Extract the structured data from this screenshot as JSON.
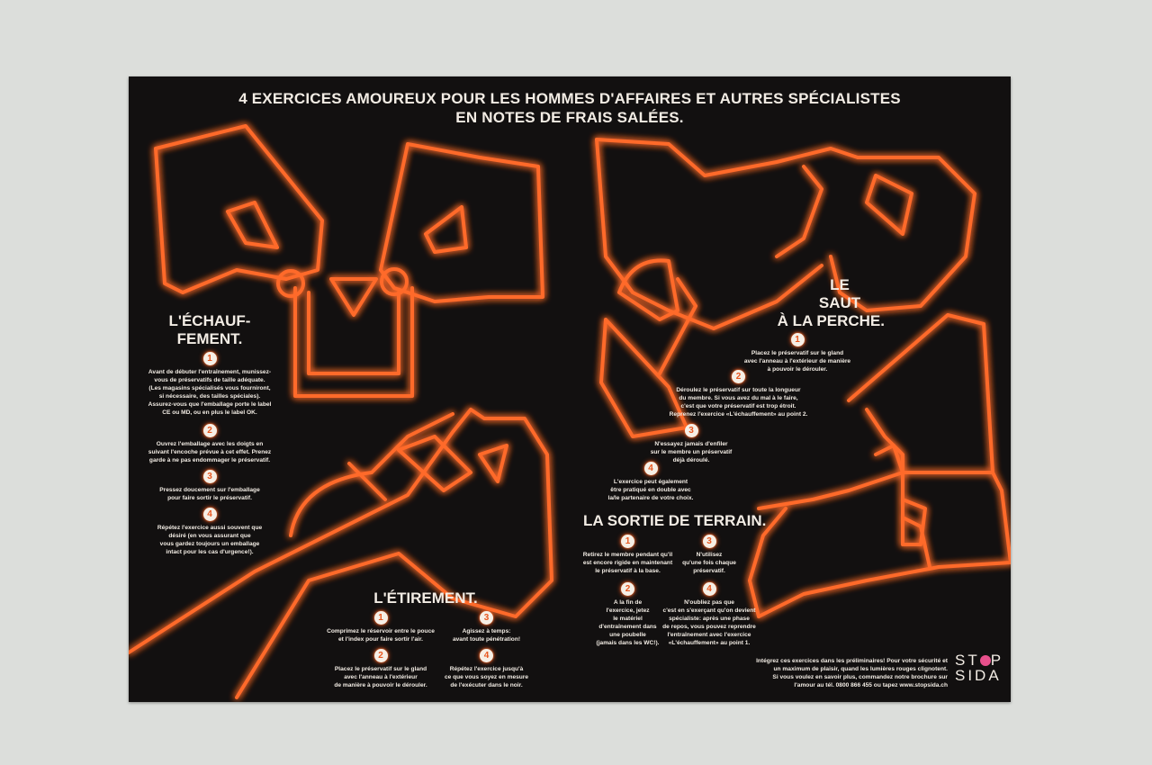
{
  "title": [
    "4 EXERCICES AMOUREUX POUR LES HOMMES D'AFFAIRES ET AUTRES SPÉCIALISTES",
    "EN NOTES DE FRAIS SALÉES."
  ],
  "colors": {
    "neon": "#ff5a1f",
    "background": "#121010",
    "text": "#f2ece4"
  },
  "sections": [
    {
      "heading": [
        "L'ÉCHAUF-",
        "FEMENT."
      ],
      "steps": [
        {
          "n": "1",
          "text": [
            "Avant de débuter l'entraînement, munissez-",
            "vous de préservatifs de taille adéquate.",
            "(Les magasins spécialisés vous fourniront,",
            "si nécessaire, des tailles spéciales).",
            "Assurez-vous que l'emballage porte le label",
            "CE ou MD, ou en plus le label OK."
          ]
        },
        {
          "n": "2",
          "text": [
            "Ouvrez l'emballage avec les doigts en",
            "suivant l'encoche prévue à cet effet. Prenez",
            "garde à ne pas endommager le préservatif."
          ]
        },
        {
          "n": "3",
          "text": [
            "Pressez doucement sur l'emballage",
            "pour faire sortir le préservatif."
          ]
        },
        {
          "n": "4",
          "text": [
            "Répétez l'exercice aussi souvent que",
            "désiré (en vous assurant que",
            "vous gardez toujours un emballage",
            "intact pour les cas d'urgence!)."
          ]
        }
      ]
    },
    {
      "heading": [
        "L'ÉTIREMENT."
      ],
      "steps": [
        {
          "n": "1",
          "text": [
            "Comprimez le réservoir entre le pouce",
            "et l'index pour faire sortir l'air."
          ]
        },
        {
          "n": "2",
          "text": [
            "Placez le préservatif sur le gland",
            "avec l'anneau à l'extérieur",
            "de manière à pouvoir le dérouler."
          ]
        },
        {
          "n": "3",
          "text": [
            "Agissez à temps:",
            "avant toute pénétration!"
          ]
        },
        {
          "n": "4",
          "text": [
            "Répétez l'exercice jusqu'à",
            "ce que vous soyez en mesure",
            "de l'exécuter dans le noir."
          ]
        }
      ]
    },
    {
      "heading": [
        "LE",
        "SAUT",
        "À LA PERCHE."
      ],
      "steps": [
        {
          "n": "1",
          "text": [
            "Placez le préservatif sur le gland",
            "avec l'anneau à l'extérieur de manière",
            "à pouvoir le dérouler."
          ]
        },
        {
          "n": "2",
          "text": [
            "Déroulez le préservatif sur toute la longueur",
            "du membre. Si vous avez du mal à le faire,",
            "c'est que votre préservatif est trop étroit.",
            "Reprenez l'exercice «L'échauffement» au point 2."
          ]
        },
        {
          "n": "3",
          "text": [
            "N'essayez jamais d'enfiler",
            "sur le membre un préservatif",
            "déjà déroulé."
          ]
        },
        {
          "n": "4",
          "text": [
            "L'exercice peut également",
            "être pratiqué en double avec",
            "la/le partenaire de votre choix."
          ]
        }
      ]
    },
    {
      "heading": [
        "LA SORTIE DE TERRAIN."
      ],
      "steps": [
        {
          "n": "1",
          "text": [
            "Retirez le membre pendant qu'il",
            "est encore rigide en maintenant",
            "le préservatif à la base."
          ]
        },
        {
          "n": "2",
          "text": [
            "A la fin de",
            "l'exercice, jetez",
            "le matériel",
            "d'entraînement dans",
            "une poubelle",
            "(jamais dans les WC!)."
          ]
        },
        {
          "n": "3",
          "text": [
            "N'utilisez",
            "qu'une fois chaque",
            "préservatif."
          ]
        },
        {
          "n": "4",
          "text": [
            "N'oubliez pas que",
            "c'est en s'exerçant qu'on devient",
            "spécialiste: après une phase",
            "de repos, vous pouvez reprendre",
            "l'entraînement avec l'exercice",
            "«L'échauffement» au point 1."
          ]
        }
      ]
    }
  ],
  "footer": [
    "Intégrez ces exercices dans les préliminaires! Pour votre sécurité et",
    "un maximum de plaisir, quand les lumières rouges clignotent.",
    "Si vous voulez en savoir plus, commandez notre brochure sur",
    "l'amour au tél. 0800 866 455 ou tapez www.stopsida.ch"
  ],
  "logo": {
    "line1": "STOP",
    "line2": "SIDA"
  }
}
